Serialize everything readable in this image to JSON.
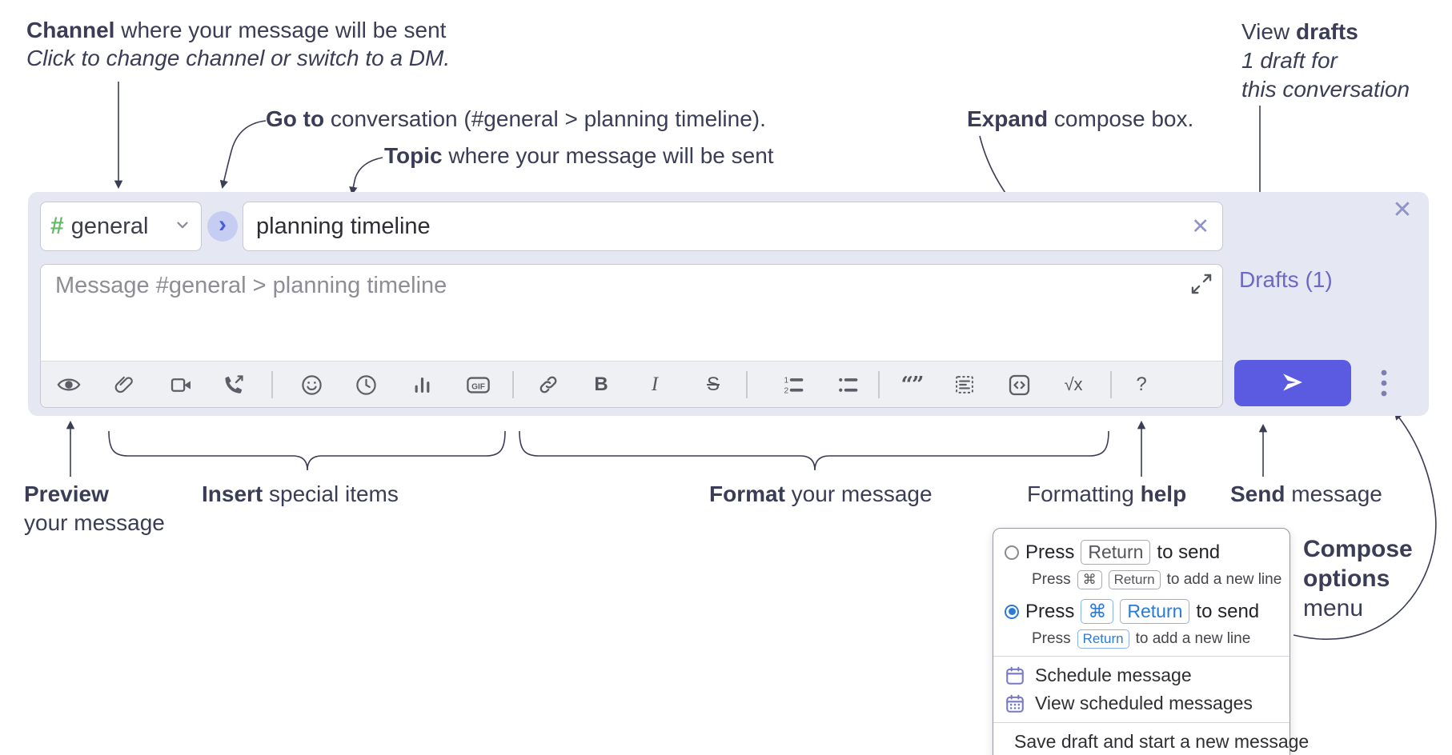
{
  "annotations": {
    "channel": {
      "bold": "Channel",
      "rest": " where your message will be sent",
      "sub": "Click to change channel or switch to a DM."
    },
    "goto": {
      "bold": "Go to",
      "rest": " conversation (#general > planning timeline)."
    },
    "topic": {
      "bold": "Topic",
      "rest": " where your message will be sent"
    },
    "expand": {
      "bold": "Expand",
      "rest": " compose box."
    },
    "view_drafts": {
      "regular": "View ",
      "bold": "drafts",
      "line2": "1 draft for",
      "line3": "this conversation"
    },
    "preview": {
      "bold": "Preview",
      "line2": "your message"
    },
    "insert": {
      "bold": "Insert",
      "rest": " special items"
    },
    "format": {
      "bold": "Format",
      "rest": " your message"
    },
    "formatting_help": {
      "regular": "Formatting ",
      "bold": "help"
    },
    "send": {
      "bold": "Send",
      "rest": " message"
    },
    "compose_options": {
      "line1": "Compose",
      "line2": "options",
      "line3": "menu"
    }
  },
  "compose": {
    "channel": {
      "hash": "#",
      "name": "general"
    },
    "goto_arrow": "›",
    "topic_value": "planning timeline",
    "clear_topic_icon": "✕",
    "close_icon": "✕",
    "message_placeholder": "Message #general > planning timeline",
    "drafts_link": "Drafts (1)"
  },
  "toolbar": {
    "gif": "GIF",
    "bold": "B",
    "italic": "I",
    "strike": "S",
    "numbered_1": "1",
    "numbered_2": "2",
    "quote": "“”",
    "math": "√x",
    "help": "?"
  },
  "options_menu": {
    "enter_sends": {
      "press": "Press",
      "key_return": "Return",
      "to_send": "to send",
      "sub_press": "Press",
      "sub_key_cmd": "⌘",
      "sub_key_return": "Return",
      "sub_suffix": "to add a new line"
    },
    "cmd_enter_sends": {
      "press": "Press",
      "key_cmd": "⌘",
      "key_return": "Return",
      "to_send": "to send",
      "sub_press": "Press",
      "sub_key_return": "Return",
      "sub_suffix": "to add a new line"
    },
    "schedule": "Schedule message",
    "view_scheduled": "View scheduled messages",
    "save_draft": "Save draft and start a new message"
  },
  "colors": {
    "send_button": "#5a5be0",
    "drafts_link": "#6c68c5",
    "channel_hash": "#66bb6a",
    "compose_bg": "#e5e7f3",
    "blue_key": "#2b7ad6",
    "menu_icon_purple": "#7678ca",
    "annotation_text": "#3a3d55"
  }
}
